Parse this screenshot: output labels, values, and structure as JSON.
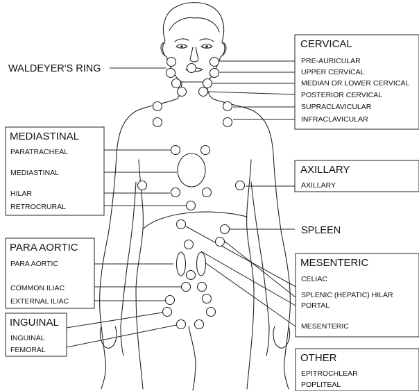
{
  "standalone_labels": {
    "waldeyer": "WALDEYER'S RING",
    "spleen": "SPLEEN"
  },
  "groups": {
    "cervical": {
      "title": "CERVICAL",
      "items": [
        "PRE-AURICULAR",
        "UPPER CERVICAL",
        "MEDIAN OR LOWER CERVICAL",
        "POSTERIOR CERVICAL",
        "SUPRACLAVICULAR",
        "INFRACLAVICULAR"
      ]
    },
    "mediastinal": {
      "title": "MEDIASTINAL",
      "items": [
        "PARATRACHEAL",
        "MEDIASTINAL",
        "HILAR",
        "RETROCRURAL"
      ]
    },
    "axillary": {
      "title": "AXILLARY",
      "items": [
        "AXILLARY"
      ]
    },
    "para_aortic": {
      "title": "PARA AORTIC",
      "items": [
        "PARA AORTIC",
        "COMMON ILIAC",
        "EXTERNAL ILIAC"
      ]
    },
    "mesenteric": {
      "title": "MESENTERIC",
      "items": [
        "CELIAC",
        "SPLENIC (HEPATIC) HILAR",
        "PORTAL",
        "MESENTERIC"
      ]
    },
    "inguinal": {
      "title": "INGUINAL",
      "items": [
        "INGUINAL",
        "FEMORAL"
      ]
    },
    "other": {
      "title": "OTHER",
      "items": [
        "EPITROCHLEAR",
        "POPLITEAL"
      ]
    }
  }
}
